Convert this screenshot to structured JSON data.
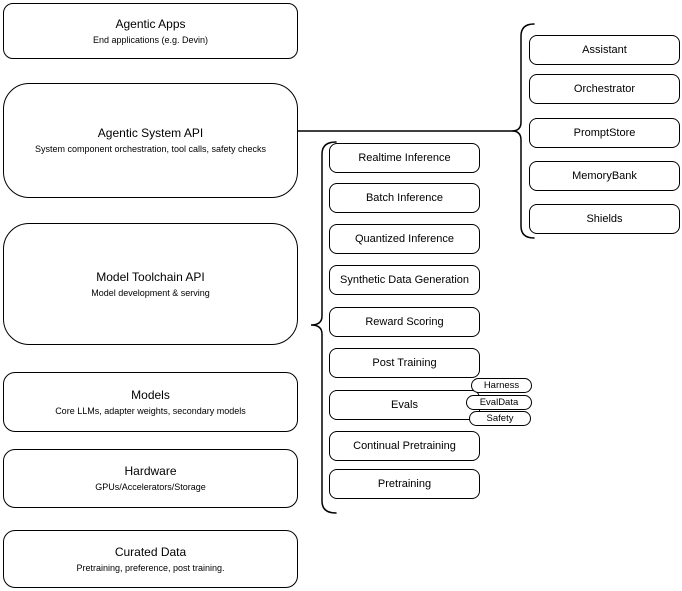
{
  "diagram": {
    "stack_layers": [
      {
        "title": "Agentic Apps",
        "subtitle": "End applications (e.g. Devin)"
      },
      {
        "title": "Agentic System API",
        "subtitle": "System component orchestration, tool calls, safety checks"
      },
      {
        "title": "Model Toolchain API",
        "subtitle": "Model development & serving"
      },
      {
        "title": "Models",
        "subtitle": "Core LLMs, adapter weights, secondary models"
      },
      {
        "title": "Hardware",
        "subtitle": "GPUs/Accelerators/Storage"
      },
      {
        "title": "Curated Data",
        "subtitle": "Pretraining, preference, post training."
      }
    ],
    "toolchain": {
      "items": [
        "Realtime Inference",
        "Batch Inference",
        "Quantized Inference",
        "Synthetic Data Generation",
        "Reward Scoring",
        "Post Training",
        "Evals",
        "Continual Pretraining",
        "Pretraining"
      ]
    },
    "evals_tags": [
      "Harness",
      "EvalData",
      "Safety"
    ],
    "system_components": [
      "Assistant",
      "Orchestrator",
      "PromptStore",
      "MemoryBank",
      "Shields"
    ],
    "colors": {
      "stroke": "#000000",
      "background": "#ffffff"
    }
  }
}
